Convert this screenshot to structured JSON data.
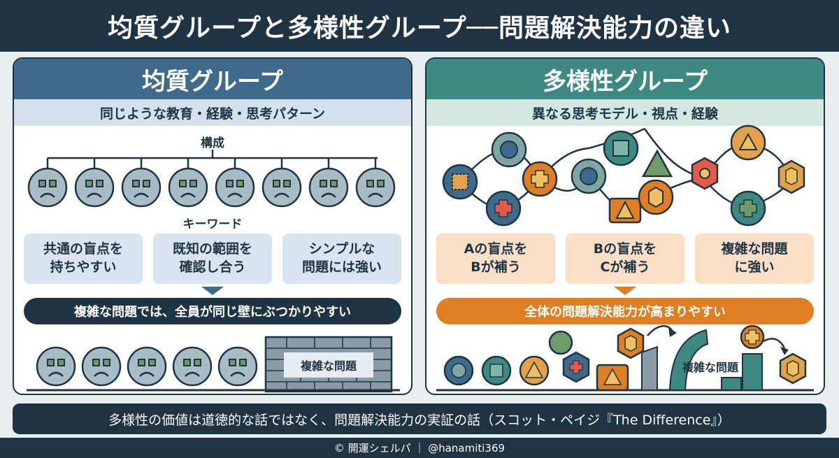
{
  "title": "均質グループと多様性グループ──問題解決能力の違い",
  "left": {
    "heading": "均質グループ",
    "subtitle": "同じような教育・経験・思考パターン",
    "composition_label": "構成",
    "keyword_label": "キーワード",
    "keywords": [
      "共通の盲点を\n持ちやすい",
      "既知の範囲を\n確認し合う",
      "シンプルな\n問題には強い"
    ],
    "banner": "複雑な問題では、全員が同じ壁にぶつかりやすい",
    "wall_label": "複雑な問題"
  },
  "right": {
    "heading": "多様性グループ",
    "subtitle": "異なる思考モデル・視点・経験",
    "keywords": [
      "Aの盲点を\nBが補う",
      "Bの盲点を\nCが補う",
      "複雑な問題\nに強い"
    ],
    "banner": "全体の問題解決能力が高まりやすい",
    "problem_label": "複雑な問題"
  },
  "footer": "多様性の価値は道徳的な話ではなく、問題解決能力の実証の話（スコット・ペイジ『The Difference』）",
  "credit": "© 開運シェルパ ｜ @hanamiti369",
  "colors": {
    "navy": "#1f3442",
    "blue": "#3e6a8c",
    "teal": "#3e8a82",
    "orange": "#e07e24",
    "face": "#a8bcc6"
  }
}
